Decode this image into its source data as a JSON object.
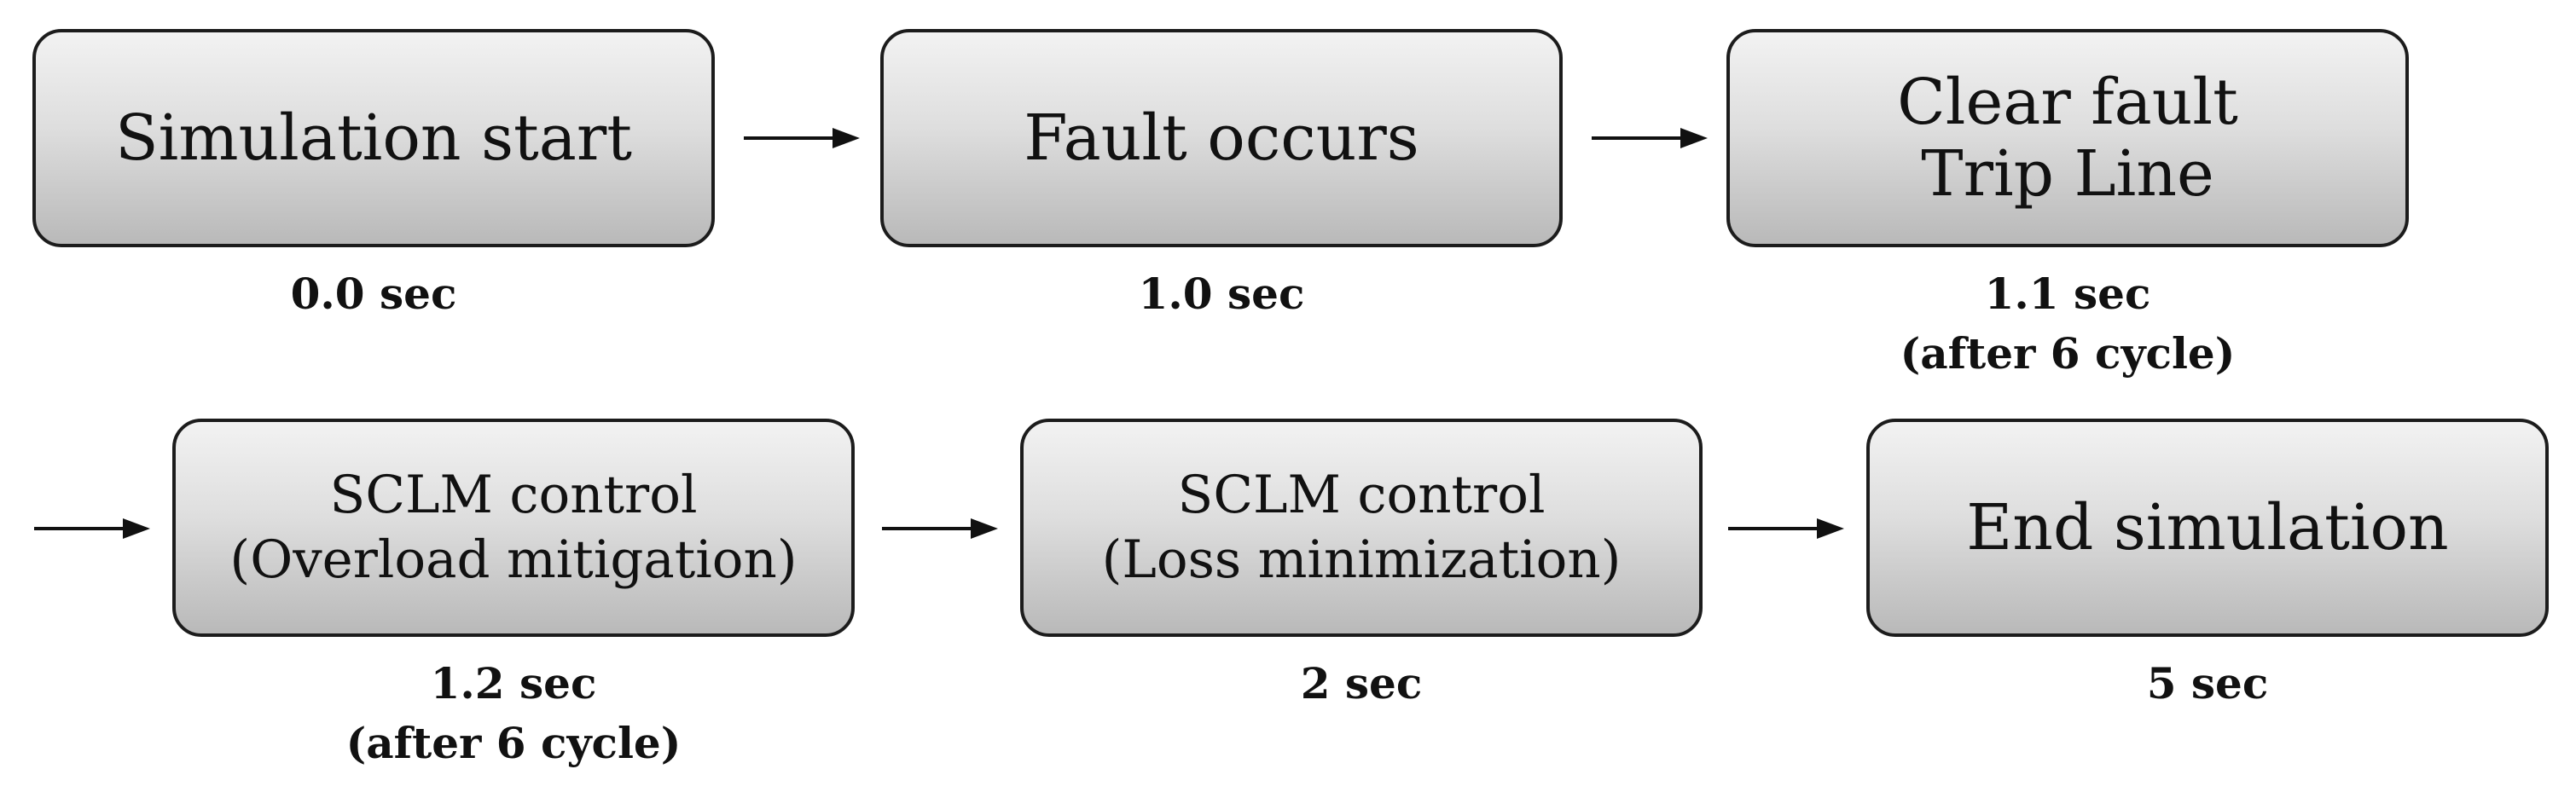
{
  "flow": {
    "row1": [
      {
        "lines": [
          "Simulation start"
        ],
        "time": [
          "0.0 sec"
        ]
      },
      {
        "lines": [
          "Fault occurs"
        ],
        "time": [
          "1.0 sec"
        ]
      },
      {
        "lines": [
          "Clear fault",
          "Trip Line"
        ],
        "time": [
          "1.1 sec",
          "(after 6 cycle)"
        ]
      }
    ],
    "row2": [
      {
        "lines": [
          "SCLM control",
          "(Overload mitigation)"
        ],
        "time": [
          "1.2 sec",
          "(after 6 cycle)"
        ]
      },
      {
        "lines": [
          "SCLM control",
          "(Loss minimization)"
        ],
        "time": [
          "2 sec"
        ]
      },
      {
        "lines": [
          "End simulation"
        ],
        "time": [
          "5 sec"
        ]
      }
    ]
  },
  "colors": {
    "box_border": "#1c1c1c",
    "box_fill_top": "#f2f2f2",
    "box_fill_bottom": "#b9b9b9",
    "arrow": "#111111",
    "text": "#111111"
  }
}
